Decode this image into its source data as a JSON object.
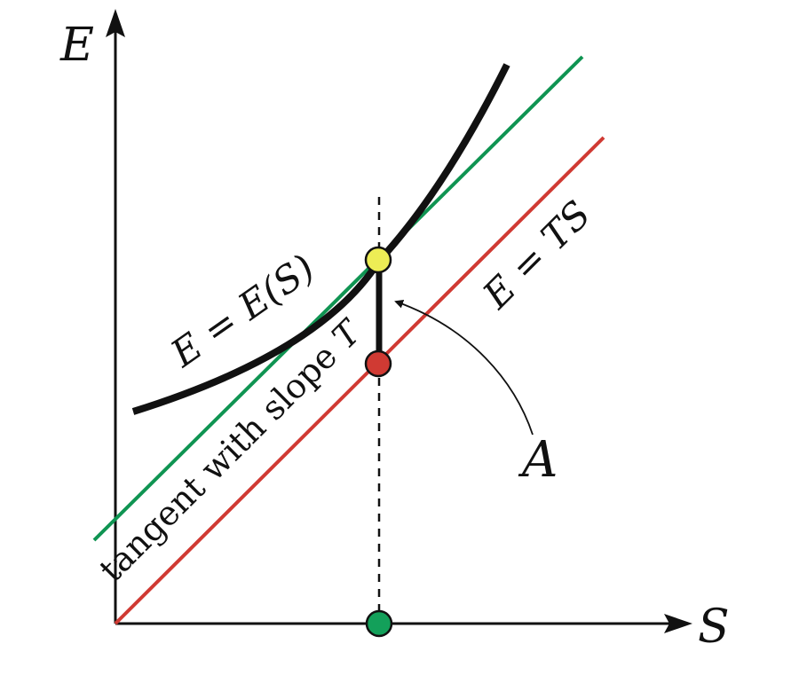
{
  "axes": {
    "x_label": "S",
    "y_label": "E"
  },
  "labels": {
    "curve_lhs": "E",
    "curve_mid": " = ",
    "curve_rhs": "E(S)",
    "line_lhs": "E",
    "line_mid": " = ",
    "line_rhs": "TS",
    "tangent_text": "tangent with slope ",
    "tangent_var": "T",
    "gap": "A"
  },
  "colors": {
    "curve": "#111111",
    "tangent": "#0f9452",
    "line": "#d03a33",
    "point_top": "#eded55",
    "point_bottom": "#d03a33",
    "point_axis": "#13a05a"
  }
}
